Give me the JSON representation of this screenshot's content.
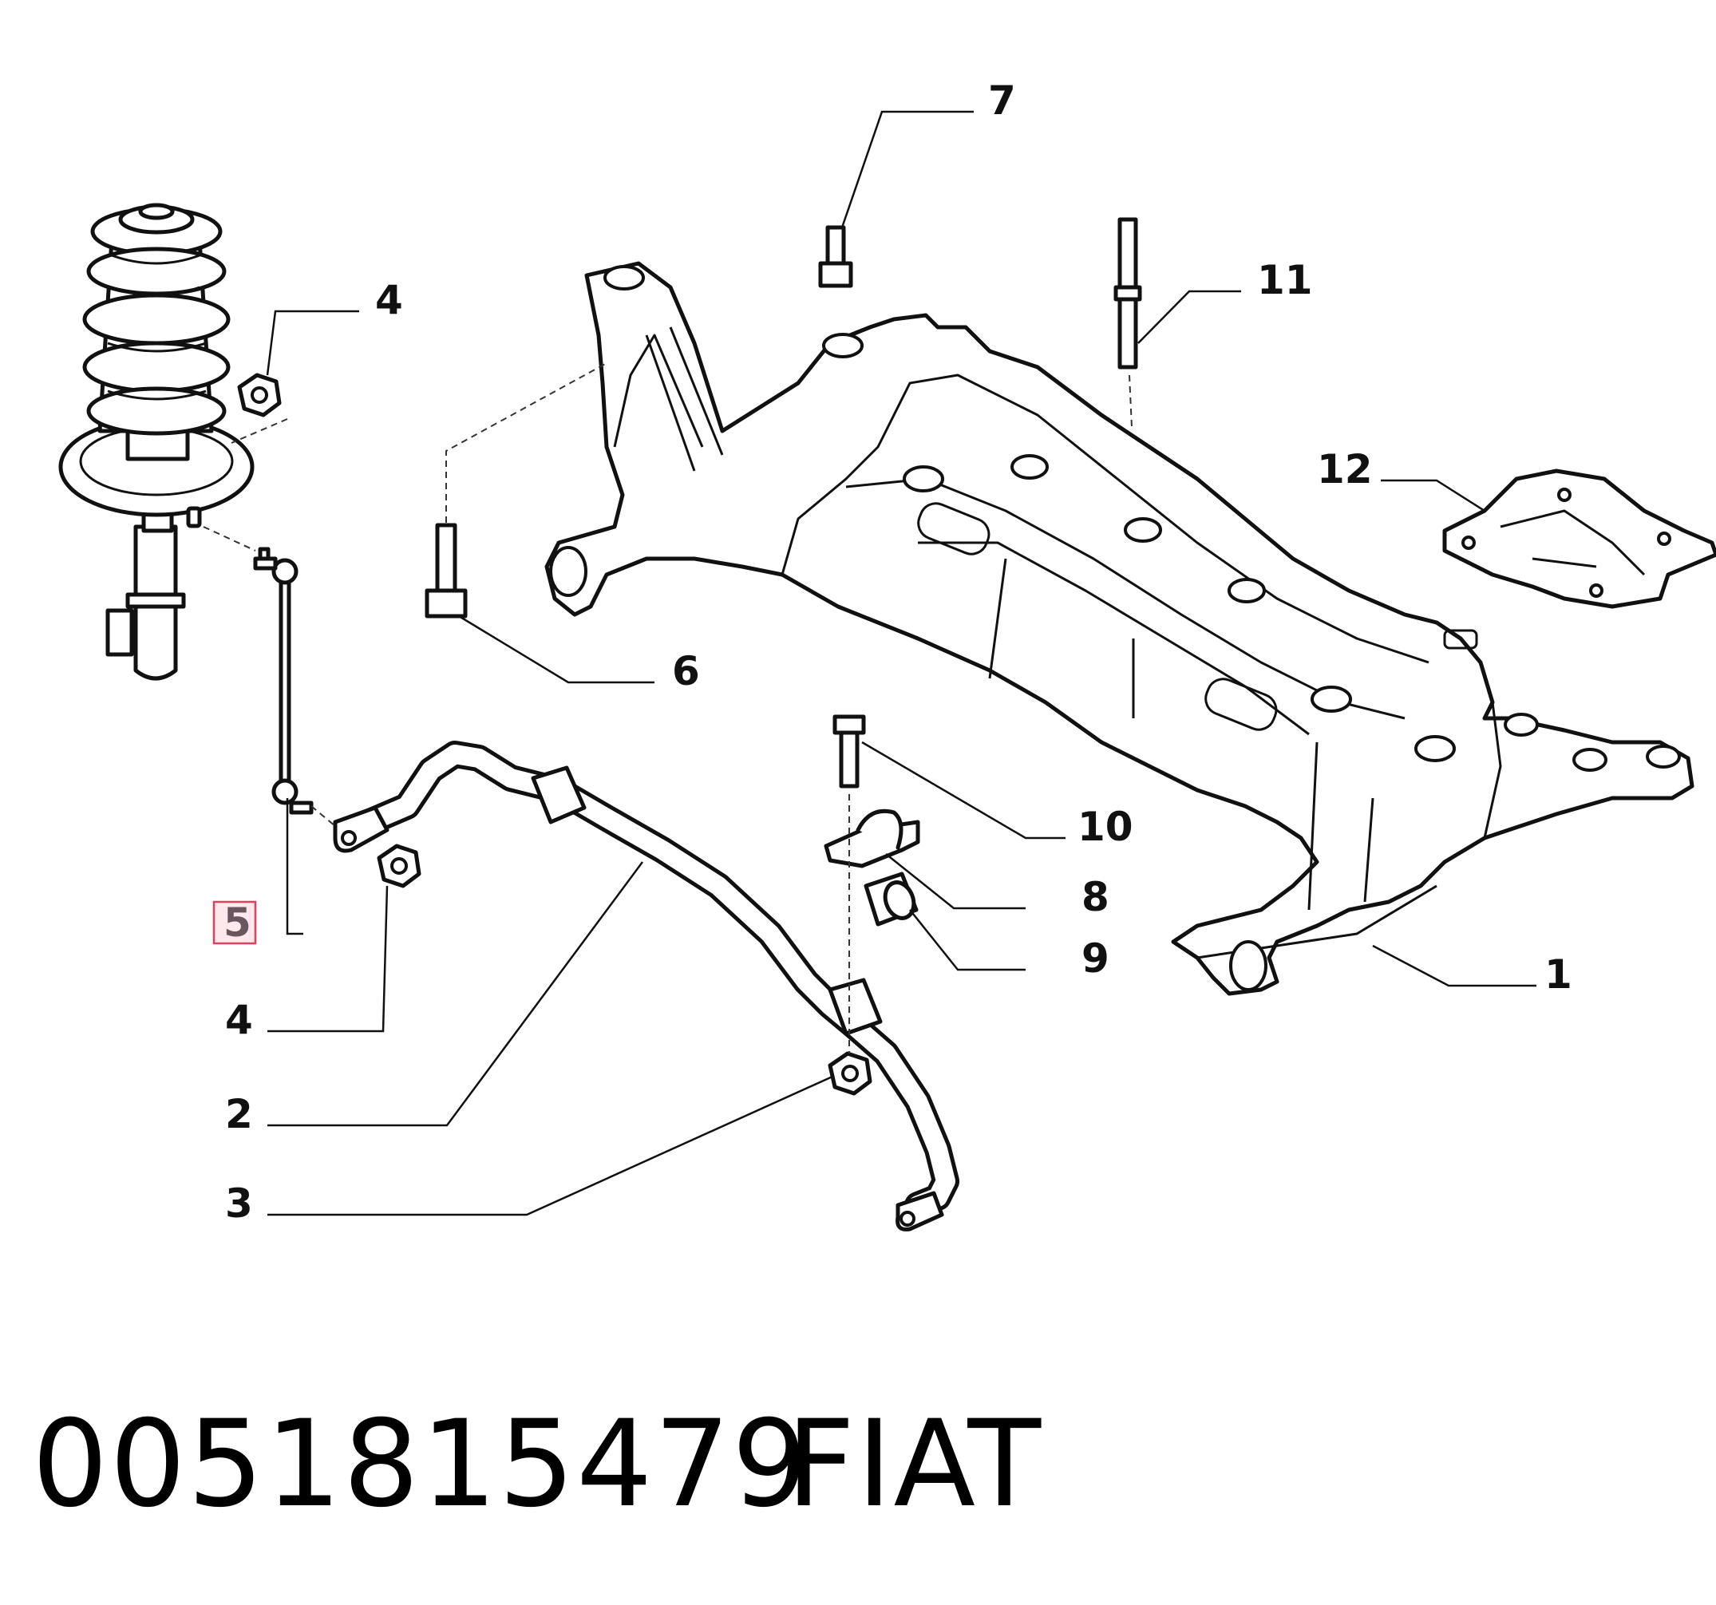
{
  "caption": {
    "part_number": "0051815479",
    "brand": "FIAT"
  },
  "callouts": [
    {
      "key": "c1",
      "text": "1"
    },
    {
      "key": "c2",
      "text": "2"
    },
    {
      "key": "c3",
      "text": "3"
    },
    {
      "key": "c4a",
      "text": "4"
    },
    {
      "key": "c4b",
      "text": "4"
    },
    {
      "key": "c5",
      "text": "5",
      "highlighted": true
    },
    {
      "key": "c6",
      "text": "6"
    },
    {
      "key": "c7",
      "text": "7"
    },
    {
      "key": "c8",
      "text": "8"
    },
    {
      "key": "c9",
      "text": "9"
    },
    {
      "key": "c10",
      "text": "10"
    },
    {
      "key": "c11",
      "text": "11"
    },
    {
      "key": "c12",
      "text": "12"
    }
  ],
  "colors": {
    "highlight_box_border": "#e0405a",
    "highlight_box_fill": "#fde8ec",
    "line": "#111111"
  }
}
